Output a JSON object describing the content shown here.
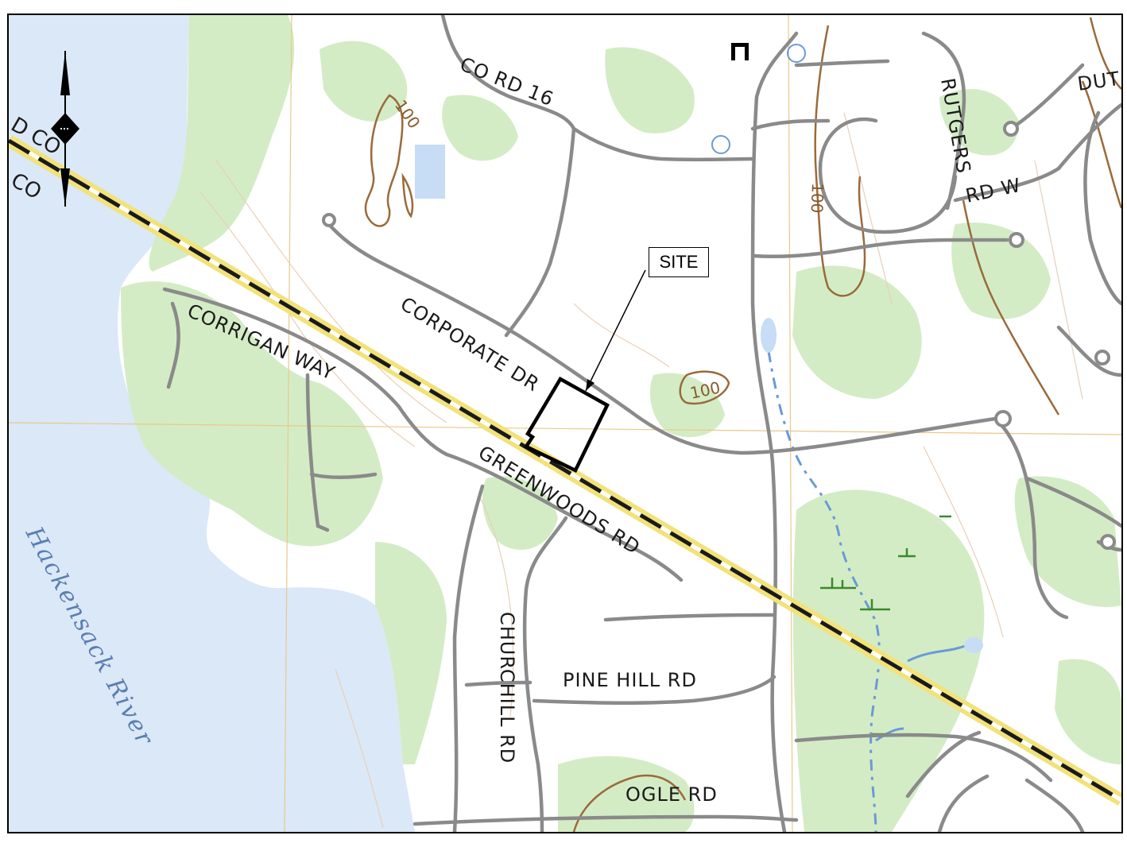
{
  "map": {
    "roads": {
      "co_rd_16": "CO RD 16",
      "corrigan_way": "CORRIGAN WAY",
      "corporate_dr": "CORPORATE DR",
      "greenwoods_rd": "GREENWOODS RD",
      "churchill_rd": "CHURCHILL RD",
      "pine_hill_rd": "PINE HILL RD",
      "ogle_rd": "OGLE RD",
      "rutgers": "RUTGERS",
      "rd_w": "RD W",
      "dut": "DUT"
    },
    "water": {
      "river": "Hackensack River"
    },
    "boundary": {
      "line1": "D CO",
      "line2": "CO"
    },
    "contours": {
      "c1": "100",
      "c2": "100",
      "c3": "100"
    },
    "site": {
      "label": "SITE"
    },
    "colors": {
      "water": "#dbe8f7",
      "vegetation": "#d4ecc6",
      "road": "#8a8a8a",
      "major_road": "#f2e27a",
      "contour": "#9a6a3a",
      "stream": "#6a9ad8"
    }
  }
}
